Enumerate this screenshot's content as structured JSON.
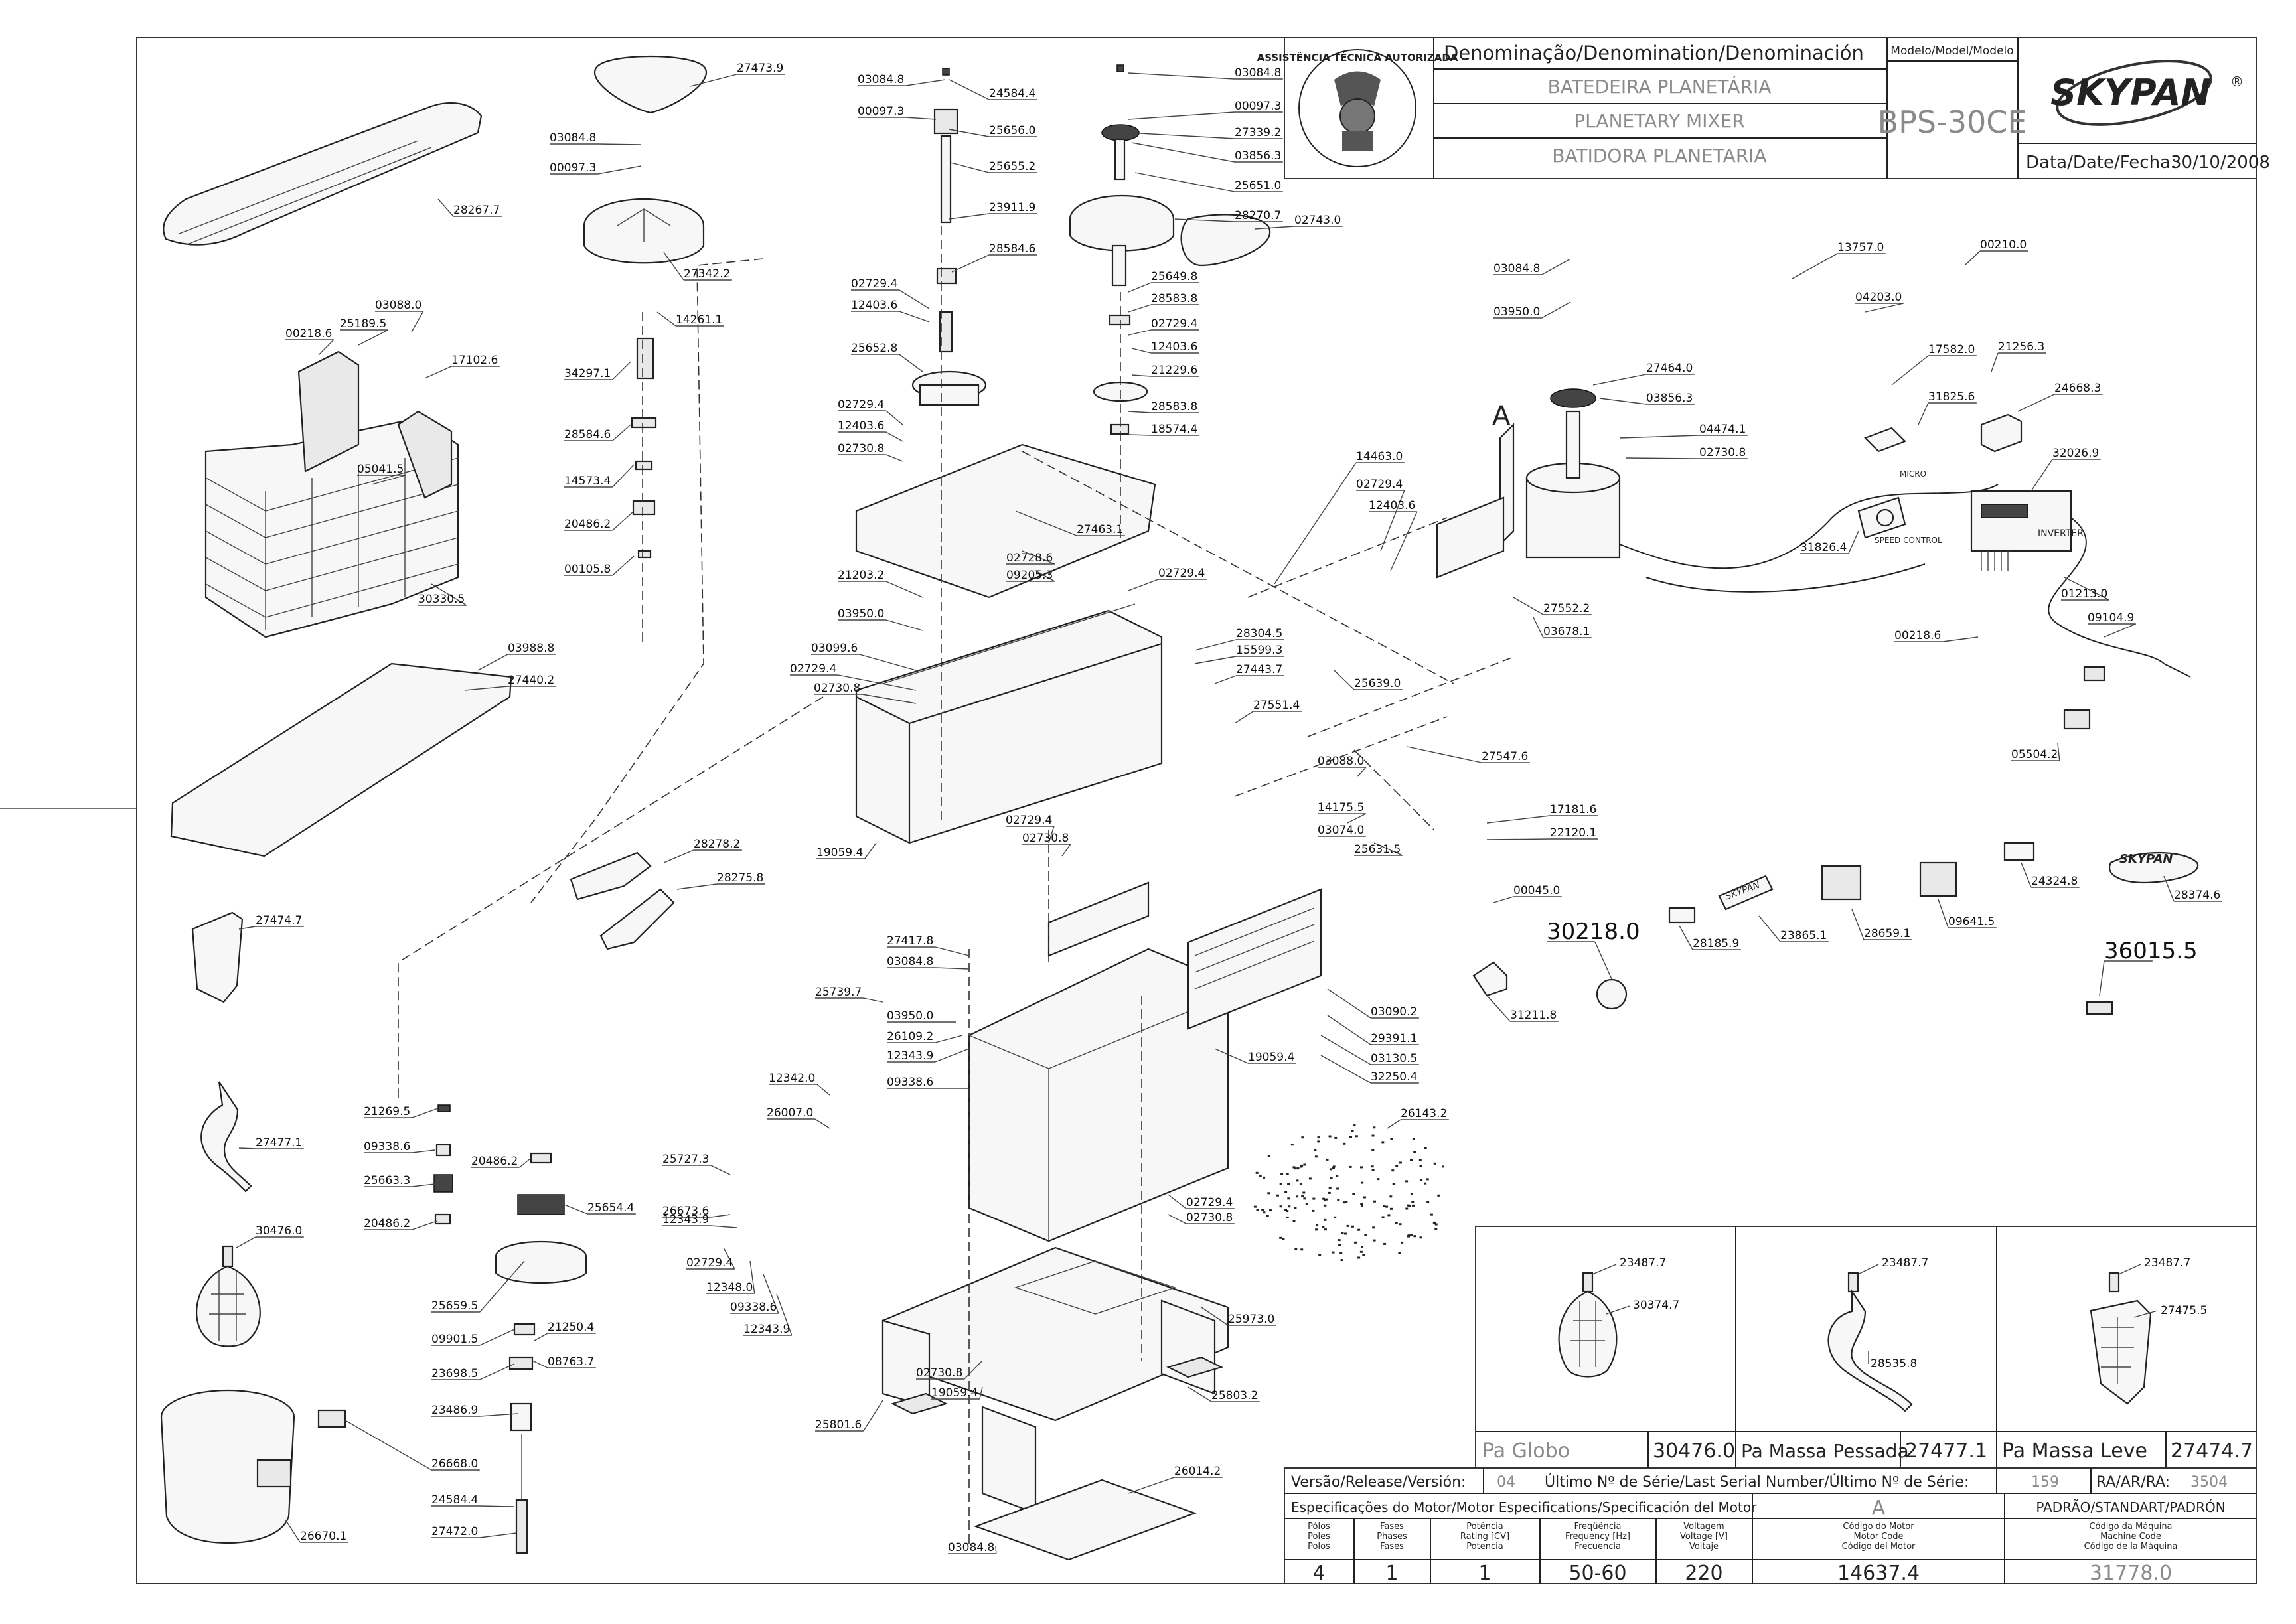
{
  "title_block": {
    "denomination_header": "Denominação/Denomination/Denominación",
    "name_pt": "BATEDEIRA PLANETÁRIA",
    "name_en": "PLANETARY MIXER",
    "name_es": "BATIDORA PLANETARIA",
    "model_header": "Modelo/Model/Modelo",
    "model": "BPS-30CE",
    "brand": "SKYPAN",
    "brand_mark": "®",
    "date_label": "Data/Date/Fecha:",
    "date_value": "30/10/2008",
    "seal_text": "ASSISTÊNCIA TÉCNICA AUTORIZADA"
  },
  "accessories": [
    {
      "name": "Pa Globo",
      "code": "30476.0",
      "labels": [
        "23487.7",
        "30374.7"
      ]
    },
    {
      "name": "Pa Massa Pessada",
      "code": "27477.1",
      "labels": [
        "23487.7",
        "28535.8"
      ]
    },
    {
      "name": "Pa Massa Leve",
      "code": "27474.7",
      "labels": [
        "23487.7",
        "27475.5"
      ]
    }
  ],
  "release_row": {
    "version_label": "Versão/Release/Versión:",
    "version_value": "04",
    "serial_label": "Último Nº de Série/Last Serial Number/Último Nº de Série:",
    "serial_value": "159",
    "ra_label": "RA/AR/RA:",
    "ra_value": "3504"
  },
  "motor_spec": {
    "header": "Especificações do Motor/Motor Especifications/Specificación del Motor",
    "motor_letter": "A",
    "standard_header": "PADRÃO/STANDART/PADRÓN",
    "columns": [
      {
        "label": [
          "Pólos",
          "Poles",
          "Polos"
        ],
        "value": "4"
      },
      {
        "label": [
          "Fases",
          "Phases",
          "Fases"
        ],
        "value": "1"
      },
      {
        "label": [
          "Potência",
          "Rating [CV]",
          "Potencia"
        ],
        "value": "1"
      },
      {
        "label": [
          "Freqüência",
          "Frequency [Hz]",
          "Frecuencia"
        ],
        "value": "50-60"
      },
      {
        "label": [
          "Voltagem",
          "Voltage [V]",
          "Voltaje"
        ],
        "value": "220"
      },
      {
        "label": [
          "Código do Motor",
          "Motor Code",
          "Código del Motor"
        ],
        "value": "14637.4"
      },
      {
        "label": [
          "Código da Máquina",
          "Machine Code",
          "Código de la Máquina"
        ],
        "value": "31778.0"
      }
    ]
  },
  "callouts": [
    "27473.9",
    "03084.8",
    "00097.3",
    "28267.7",
    "27342.2",
    "14261.1",
    "34297.1",
    "28584.6",
    "14573.4",
    "20486.2",
    "00105.8",
    "00218.6",
    "25189.5",
    "03088.0",
    "17102.6",
    "05041.5",
    "30330.5",
    "03988.8",
    "27440.2",
    "28278.2",
    "28275.8",
    "27474.7",
    "27477.1",
    "30476.0",
    "26670.1",
    "26668.0",
    "24584.4",
    "27472.0",
    "21269.5",
    "09338.6",
    "25663.3",
    "20486.2",
    "20486.2",
    "25654.4",
    "25659.5",
    "09901.5",
    "21250.4",
    "08763.7",
    "23698.5",
    "23486.9",
    "03084.8",
    "00097.3",
    "24584.4",
    "25656.0",
    "25655.2",
    "23911.9",
    "28584.6",
    "02729.4",
    "12403.6",
    "25652.8",
    "02729.4",
    "12403.6",
    "02730.8",
    "27463.1",
    "21203.2",
    "03950.0",
    "03099.6",
    "02729.4",
    "02730.8",
    "19059.4",
    "02728.6",
    "09205.3",
    "02729.4",
    "28304.5",
    "15599.3",
    "27443.7",
    "27551.4",
    "03084.8",
    "00097.3",
    "27339.2",
    "03856.3",
    "25651.0",
    "28270.7",
    "02743.0",
    "25649.8",
    "28583.8",
    "02729.4",
    "12403.6",
    "21229.6",
    "28583.8",
    "18574.4",
    "03084.8",
    "03950.0",
    "27464.0",
    "03856.3",
    "04474.1",
    "02730.8",
    "14463.0",
    "02729.4",
    "12403.6",
    "27552.2",
    "03678.1",
    "25639.0",
    "27547.6",
    "03088.0",
    "14175.5",
    "03074.0",
    "25631.5",
    "17181.6",
    "22120.1",
    "00045.0",
    "30218.0",
    "31211.8",
    "13757.0",
    "00210.0",
    "04203.0",
    "17582.0",
    "31825.6",
    "21256.3",
    "24668.3",
    "32026.9",
    "31826.4",
    "01213.0",
    "00218.6",
    "09104.9",
    "05504.2",
    "28185.9",
    "23865.1",
    "28659.1",
    "09641.5",
    "24324.8",
    "28374.6",
    "36015.5",
    "02729.4",
    "02730.8",
    "27417.8",
    "03084.8",
    "25739.7",
    "03950.0",
    "26109.2",
    "12343.9",
    "09338.6",
    "12342.0",
    "26007.0",
    "25727.3",
    "26673.6",
    "12343.9",
    "02729.4",
    "12348.0",
    "09338.6",
    "12343.9",
    "03090.2",
    "29391.1",
    "03130.5",
    "32250.4",
    "19059.4",
    "26143.2",
    "02729.4",
    "02730.8",
    "25973.0",
    "02730.8",
    "19059.4",
    "25803.2",
    "25801.6",
    "26014.2",
    "03084.8"
  ],
  "component_texts": {
    "inverter": "INVERTER",
    "speed_control": "SPEED CONTROL",
    "micro": "MICRO",
    "motor_letter": "A",
    "skypan_sticker": "SKYPAN",
    "small_logo": "SKYPAN"
  },
  "colors": {
    "line": "#222222",
    "light_text": "#8a8a8a",
    "background": "#ffffff"
  }
}
